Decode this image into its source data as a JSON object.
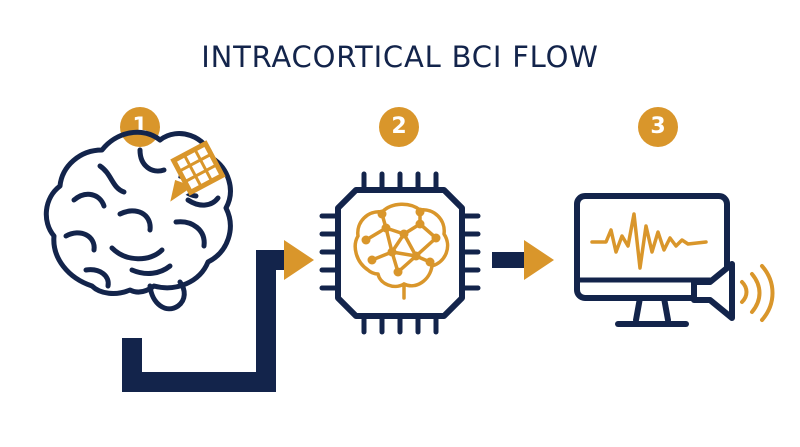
{
  "title": "INTRACORTICAL BCI FLOW",
  "steps": [
    {
      "number": "1",
      "icon": "brain-implant-icon"
    },
    {
      "number": "2",
      "icon": "neural-processor-chip-icon"
    },
    {
      "number": "3",
      "icon": "monitor-speaker-output-icon"
    }
  ],
  "colors": {
    "navy": "#13244b",
    "gold": "#d9962b",
    "background": "#ffffff"
  }
}
